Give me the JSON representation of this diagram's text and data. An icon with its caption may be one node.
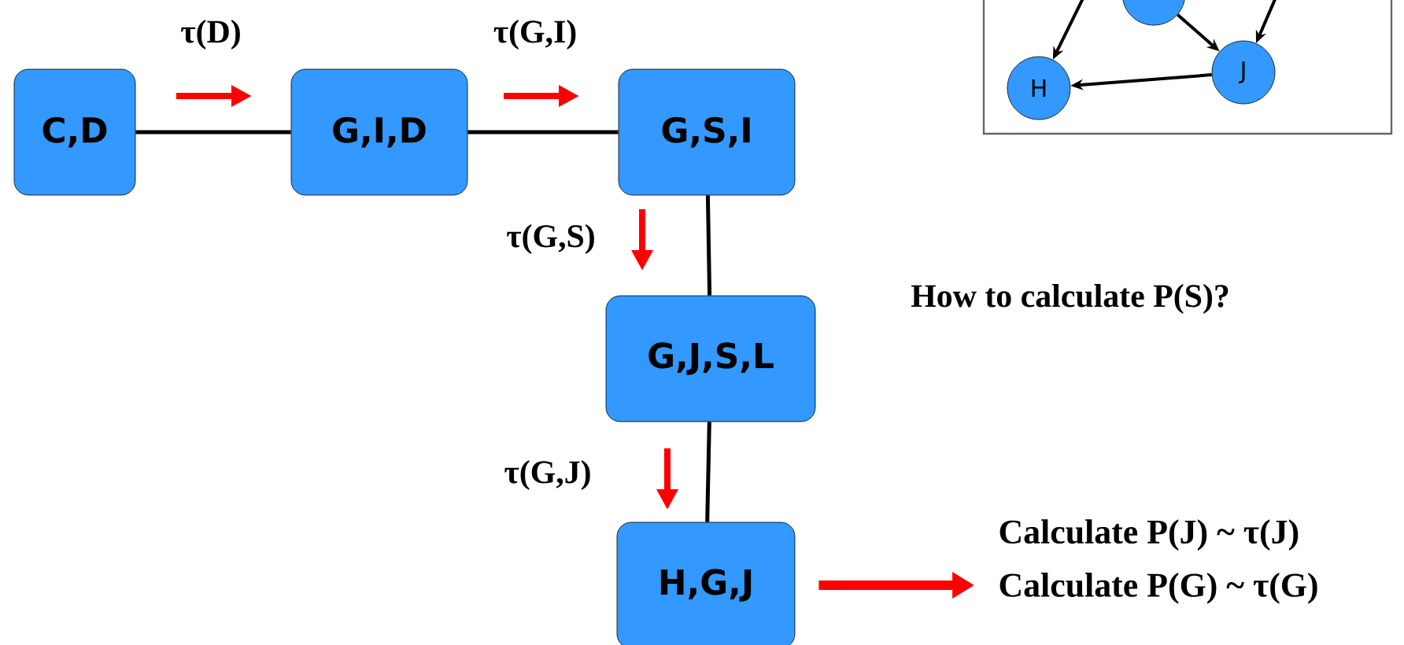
{
  "diagram": {
    "nodes": [
      {
        "text": [
          "C,D"
        ]
      },
      {
        "text": [
          "G,I,D"
        ]
      },
      {
        "text": [
          "G,S,I"
        ]
      },
      {
        "text": [
          "G,J,S,L"
        ]
      },
      {
        "text": [
          "H,G,J"
        ]
      },
      {
        "text": [],
        "shape": "box"
      },
      {
        "text": [],
        "shape": "circle"
      },
      {
        "text": [
          "H"
        ],
        "in": 5
      },
      {
        "text": [
          "J"
        ],
        "in": 5
      },
      {
        "text": [
          "Calculate P(J) ~ τ(J)",
          "Calculate P(G) ~ τ(G)"
        ]
      }
    ],
    "edges": [
      {
        "from": 0,
        "to": 1,
        "arrow": "none"
      },
      {
        "from": 1,
        "to": 2,
        "arrow": "none"
      },
      {
        "from": 2,
        "to": 3,
        "arrow": "none"
      },
      {
        "from": 3,
        "to": 4,
        "arrow": "none"
      },
      {
        "from": null,
        "to": 7,
        "arrow": "to"
      },
      {
        "from": 6,
        "to": 8,
        "arrow": "to"
      },
      {
        "from": null,
        "to": 8,
        "arrow": "to"
      },
      {
        "from": 8,
        "to": 7,
        "arrow": "to"
      },
      {
        "from": 4,
        "to": 9,
        "arrow": "to",
        "style": "thick",
        "color": "#ff0000"
      }
    ],
    "labels": [
      "τ(D)",
      "τ(G,I)",
      "τ(G,S)",
      "τ(G,J)",
      "How to calculate P(S)?"
    ]
  }
}
